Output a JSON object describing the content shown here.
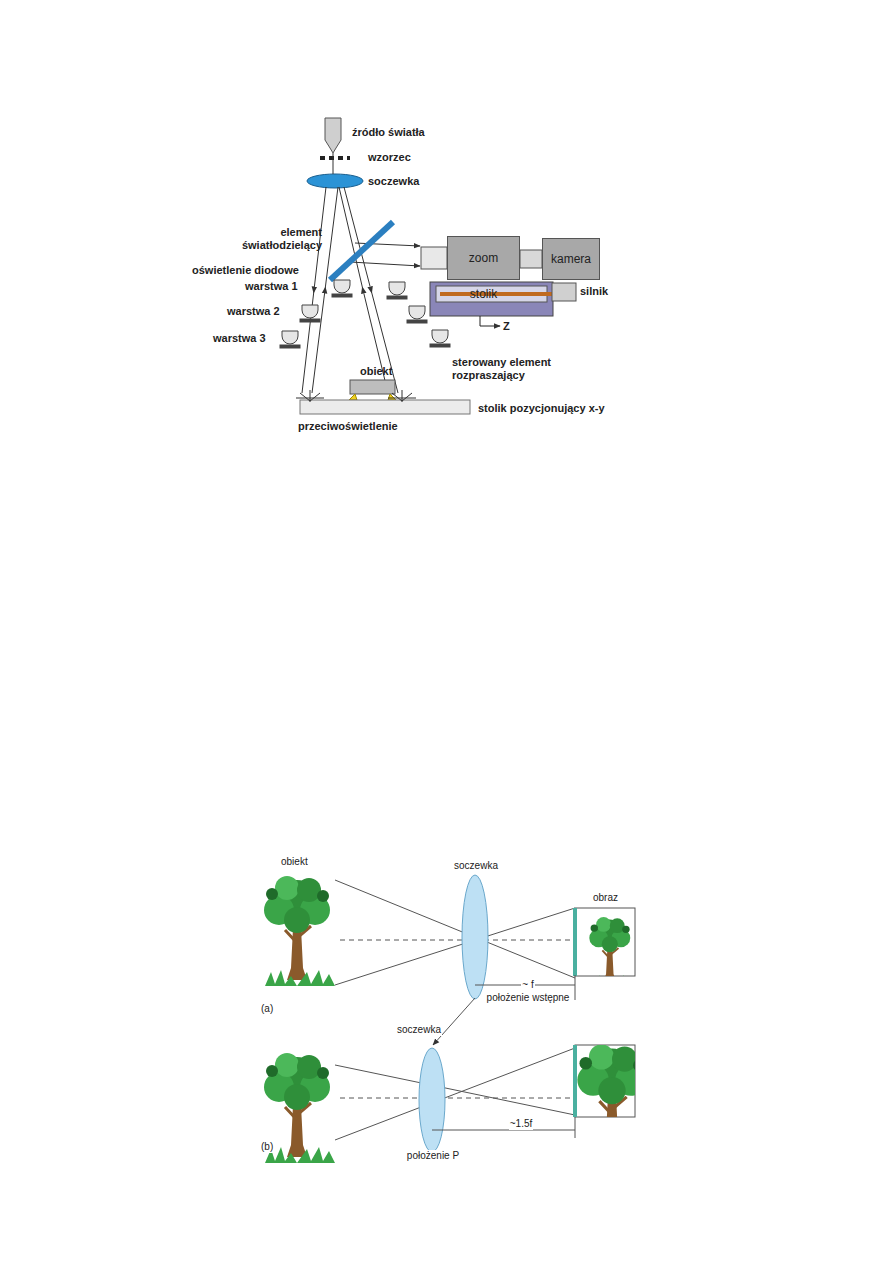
{
  "diagram": {
    "nodes": [
      {
        "text": [
          "zoom"
        ]
      },
      {
        "text": [
          "kamera"
        ]
      },
      {
        "text": [
          "stolik"
        ]
      }
    ],
    "labels": [
      "źródło światła",
      "wzorzec",
      "soczewka",
      "element światłodzielący",
      "oświetlenie diodowe",
      "warstwa 1",
      "warstwa 2",
      "warstwa 3",
      "silnik",
      "Z",
      "obiekt",
      "sterowany element rozpraszający",
      "stolik pozycjonujący x-y",
      "przeciwoświetlenie",
      "obiekt",
      "soczewka",
      "obraz",
      "~ f",
      "położenie wstępne",
      "(a)",
      "soczewka",
      "~1.5f",
      "(b)",
      "położenie P"
    ]
  }
}
